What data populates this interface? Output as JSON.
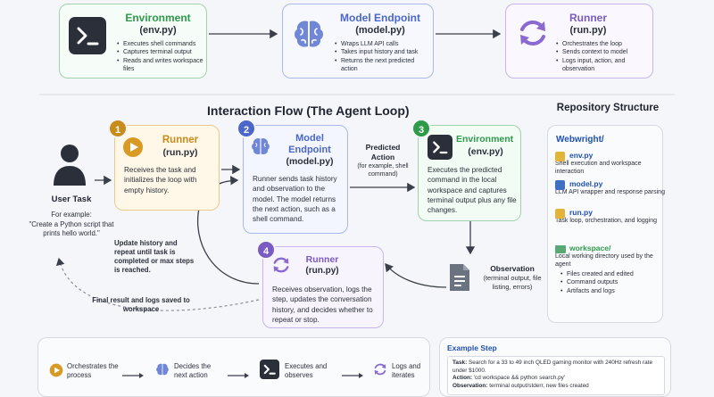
{
  "colors": {
    "environment": "#2e9a4a",
    "model": "#4a67c9",
    "runner": "#7a5bc4",
    "runner_start": "#c98b1a",
    "bg": "#f5f6f9",
    "env_dark_icon": "#2a2f3a"
  },
  "top": {
    "environment": {
      "title": "Environment",
      "file": "(env.py)",
      "icon": "terminal-icon",
      "bullets": [
        "Executes shell commands",
        "Captures terminal output",
        "Reads and writes workspace files"
      ]
    },
    "model": {
      "title": "Model Endpoint",
      "file": "(model.py)",
      "icon": "brain-icon",
      "bullets": [
        "Wraps LLM API calls",
        "Takes input history and task",
        "Returns the next predicted action"
      ]
    },
    "runner": {
      "title": "Runner",
      "file": "(run.py)",
      "icon": "refresh-icon",
      "bullets": [
        "Orchestrates the loop",
        "Sends context to model",
        "Logs input, action, and observation"
      ]
    }
  },
  "flow": {
    "title": "Interaction Flow (The Agent Loop)",
    "user": {
      "label": "User Task",
      "example_intro": "For example:",
      "example": "\"Create a Python script that prints hello world.\""
    },
    "step1": {
      "number": "1",
      "title": "Runner",
      "file": "(run.py)",
      "text": "Receives the task and initializes the loop with empty history."
    },
    "step2": {
      "number": "2",
      "title": "Model Endpoint",
      "file": "(model.py)",
      "text": "Runner sends task history and observation to the model. The model returns the next action, such as a shell command."
    },
    "step3": {
      "number": "3",
      "title": "Environment",
      "file": "(env.py)",
      "text": "Executes the predicted command in the local workspace and captures terminal output plus any file changes."
    },
    "step4": {
      "number": "4",
      "title": "Runner",
      "file": "(run.py)",
      "text": "Receives observation, logs the step, updates the conversation history, and decides whether to repeat or stop."
    },
    "predicted": {
      "title": "Predicted Action",
      "sub": "(for example, shell command)"
    },
    "observation": {
      "title": "Observation",
      "sub": "(terminal output, file listing, errors)"
    },
    "update_note": "Update history and repeat until task is completed or max steps is reached.",
    "final_note": "Final result and logs saved to workspace"
  },
  "repo": {
    "title": "Repository Structure",
    "root": "Webwright/",
    "items": [
      {
        "name": "env.py",
        "desc": "Shell execution and workspace interaction"
      },
      {
        "name": "model.py",
        "desc": "LLM API wrapper and response parsing"
      },
      {
        "name": "run.py",
        "desc": "Task loop, orchestration, and logging"
      },
      {
        "name": "workspace/",
        "desc": "Local working directory used by the agent"
      }
    ],
    "workspace_bullets": [
      "Files created and edited",
      "Command outputs",
      "Artifacts and logs"
    ]
  },
  "legend": {
    "items": [
      {
        "label": "Orchestrates the process",
        "icon": "play-icon"
      },
      {
        "label": "Decides the next action",
        "icon": "brain-icon"
      },
      {
        "label": "Executes and observes",
        "icon": "terminal-icon"
      },
      {
        "label": "Logs and iterates",
        "icon": "refresh-icon"
      }
    ]
  },
  "example": {
    "title": "Example Step",
    "task_label": "Task:",
    "task": "Search for a 33 to 49 inch QLED gaming monitor with 240Hz refresh rate under $1000.",
    "action_label": "Action:",
    "action": "'cd workspace && python search.py'",
    "obs_label": "Observation:",
    "obs": "terminal output/stderr, new files created"
  }
}
